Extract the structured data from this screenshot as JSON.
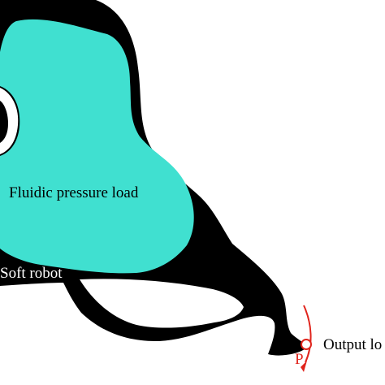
{
  "labels": {
    "fluid": "Fluidic pressure load",
    "robot": "Soft robot",
    "point": "P",
    "output": "Output lo"
  },
  "colors": {
    "robot_body": "#000000",
    "fluid": "#40e0d0",
    "arrow": "#e0241c",
    "label_on_dark": "#ffffff",
    "label_on_light": "#000000"
  }
}
